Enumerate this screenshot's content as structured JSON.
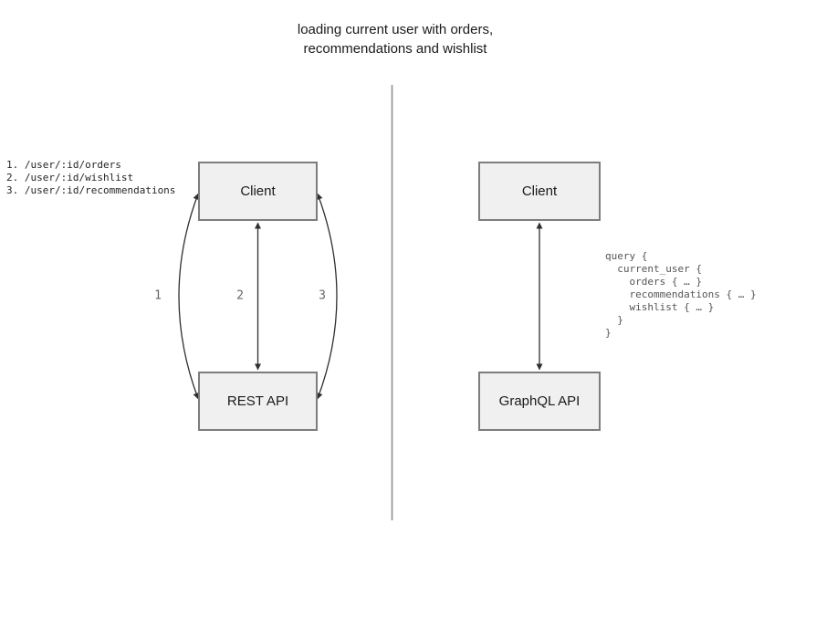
{
  "title": "loading current user with orders,\nrecommendations and wishlist",
  "rest_panel": {
    "endpoints": "1. /user/:id/orders\n2. /user/:id/wishlist\n3. /user/:id/recommendations",
    "client_label": "Client",
    "api_label": "REST API",
    "arrow_labels": [
      "1",
      "2",
      "3"
    ]
  },
  "graphql_panel": {
    "client_label": "Client",
    "api_label": "GraphQL API",
    "query": "query {\n  current_user {\n    orders { … }\n    recommendations { … }\n    wishlist { … }\n  }\n}"
  },
  "colors": {
    "box_fill": "#f0f0f0",
    "box_border": "#7d7d7d",
    "arrow": "#2f2f2f",
    "divider": "#8a8a8a",
    "title_text": "#1a1a1a",
    "box_text": "#1a1a1a",
    "list_text": "#262626",
    "query_text": "#555555",
    "num_text": "#666666"
  }
}
